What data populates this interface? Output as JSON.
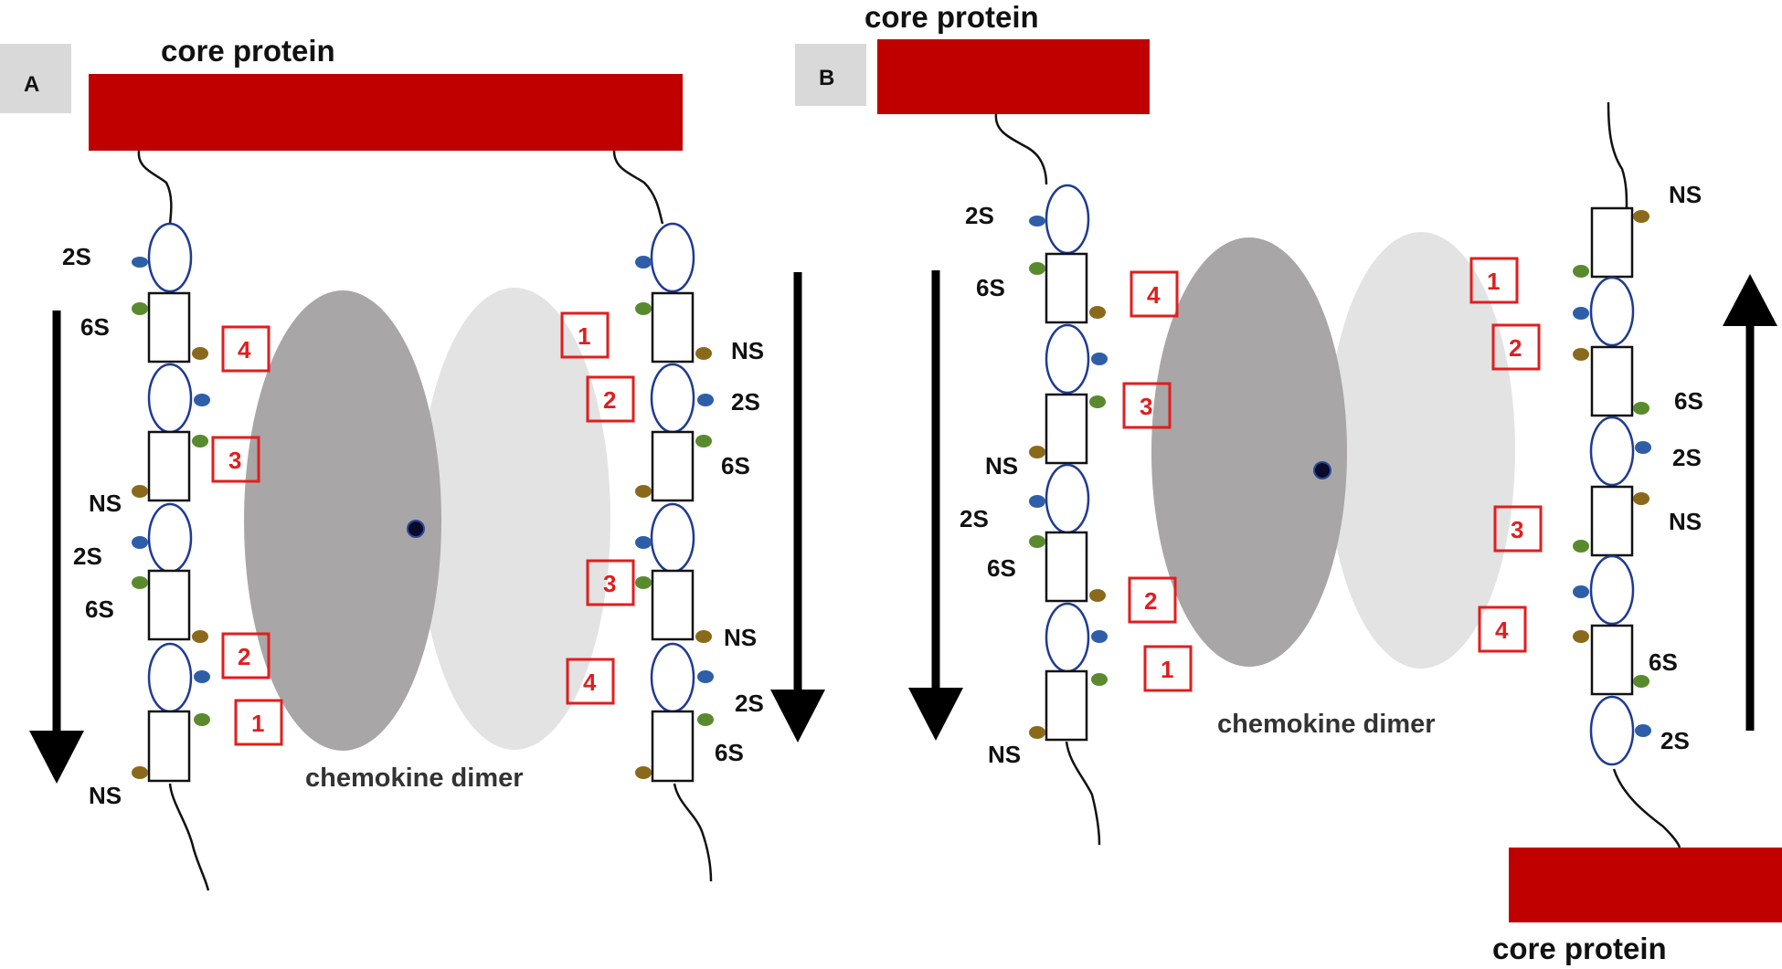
{
  "colors": {
    "core": "#c00000",
    "panel_bg": "#d9d9d9",
    "chain_stroke": "#1f3a93",
    "dimer_dark": "#a8a6a6",
    "dimer_light": "#e3e3e3",
    "sulfate_2S": "#2e5ea8",
    "sulfate_6S": "#5a8a2e",
    "sulfate_NS": "#8a6a1a",
    "site_box": "#e01e1e"
  },
  "panels": [
    {
      "label": "A",
      "core_labels": [
        "core protein"
      ],
      "dimer_label": "chemokine dimer",
      "chains": [
        {
          "labels": [
            "2S",
            "6S",
            "NS",
            "2S",
            "6S",
            "NS"
          ],
          "sites": [
            "4",
            "3",
            "2",
            "1"
          ]
        },
        {
          "labels": [
            "NS",
            "2S",
            "6S",
            "NS",
            "2S",
            "6S"
          ],
          "sites": [
            "1",
            "2",
            "3",
            "4"
          ]
        }
      ]
    },
    {
      "label": "B",
      "core_labels": [
        "core protein",
        "core protein"
      ],
      "dimer_label": "chemokine dimer",
      "chains": [
        {
          "labels": [
            "2S",
            "6S",
            "NS",
            "2S",
            "6S",
            "NS"
          ],
          "sites": [
            "4",
            "3",
            "2",
            "1"
          ]
        },
        {
          "labels": [
            "NS",
            "6S",
            "2S",
            "NS",
            "6S",
            "2S"
          ],
          "sites": [
            "1",
            "2",
            "3",
            "4"
          ]
        }
      ]
    }
  ]
}
